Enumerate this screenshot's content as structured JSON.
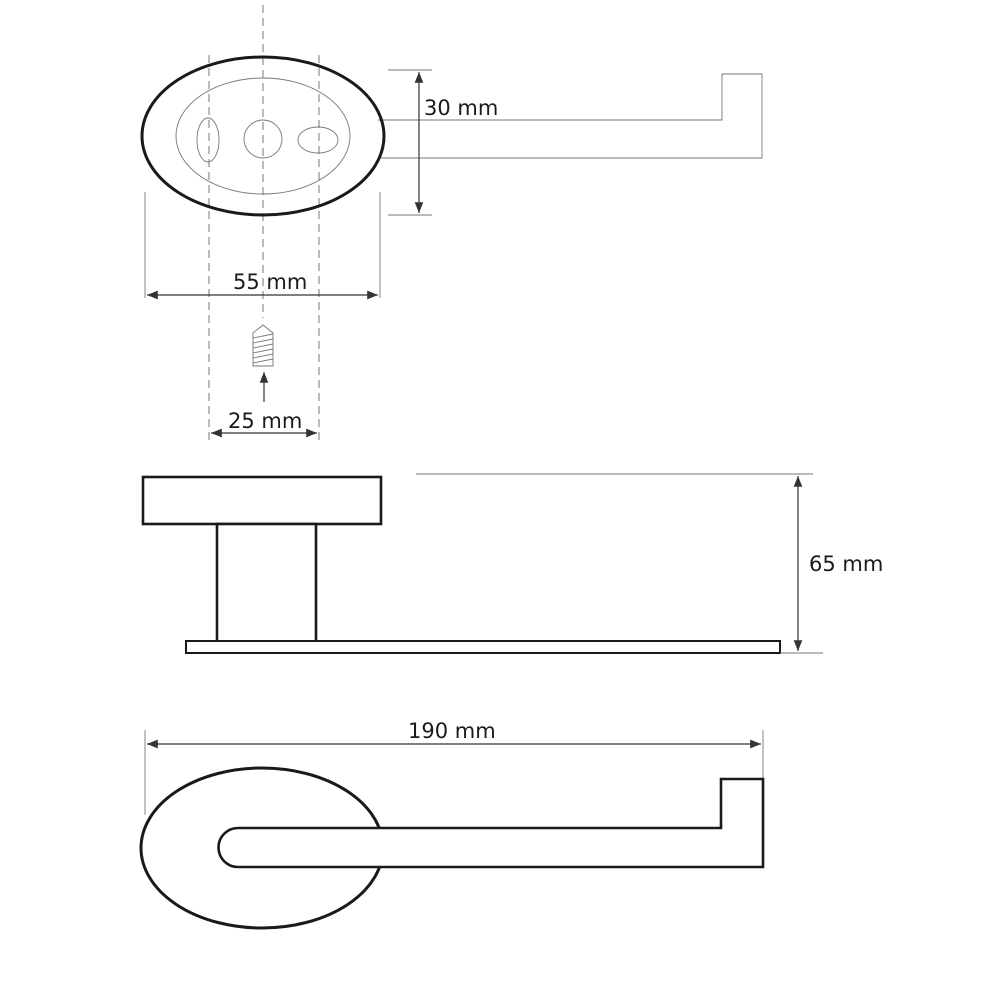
{
  "drawing": {
    "dimensions": {
      "depth": "30 mm",
      "plate_width": "55 mm",
      "hole_spacing": "25 mm",
      "height": "65 mm",
      "total_length": "190 mm"
    }
  }
}
